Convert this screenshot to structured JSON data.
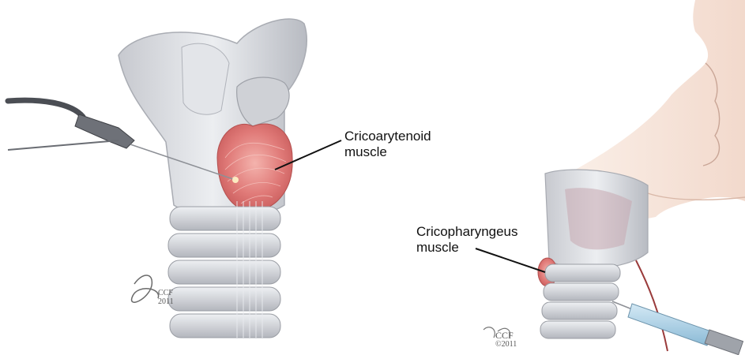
{
  "labels": {
    "cricoarytenoid": {
      "line1": "Cricoarytenoid",
      "line2": "muscle"
    },
    "cricopharyngeus": {
      "line1": "Cricopharyngeus",
      "line2": "muscle"
    }
  },
  "credits": {
    "left": {
      "org": "CCF",
      "year": "2011"
    },
    "right": {
      "org": "CCF",
      "year": "©2011"
    }
  },
  "colors": {
    "cartilage": "#d9dbe0",
    "cartilage_shade": "#b9bcc4",
    "muscle": "#e07a78",
    "skin": "#f6e5dc",
    "instrument": "#5a5d63",
    "syringe": "#a8cfe6"
  }
}
